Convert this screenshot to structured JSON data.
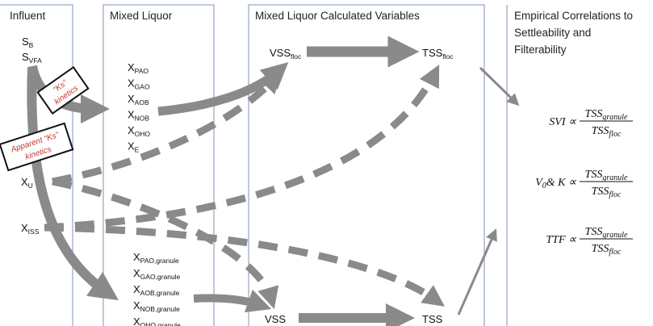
{
  "colors": {
    "arrow": "#8a8a8a",
    "column_border": "#7b93b8",
    "label_text": "#c0392b"
  },
  "columns": {
    "influent": "Influent",
    "mixed_liquor": "Mixed Liquor",
    "calculated": "Mixed Liquor Calculated Variables",
    "empirical": [
      "Empirical Correlations to",
      "Settleability and",
      "Filterability"
    ]
  },
  "influent_vars": [
    {
      "base": "S",
      "sub": "B"
    },
    {
      "base": "S",
      "sub": "VFA"
    },
    {
      "base": "X",
      "sub": "U"
    },
    {
      "base": "X",
      "sub": "ISS"
    }
  ],
  "floc_vars": [
    {
      "base": "X",
      "sub": "PAO"
    },
    {
      "base": "X",
      "sub": "GAO"
    },
    {
      "base": "X",
      "sub": "AOB"
    },
    {
      "base": "X",
      "sub": "NOB"
    },
    {
      "base": "X",
      "sub": "OHO"
    },
    {
      "base": "X",
      "sub": "E"
    }
  ],
  "granule_vars": [
    {
      "base": "X",
      "sub": "PAO,granule"
    },
    {
      "base": "X",
      "sub": "GAO,granule"
    },
    {
      "base": "X",
      "sub": "AOB,granule"
    },
    {
      "base": "X",
      "sub": "NOB,granule"
    },
    {
      "base": "X",
      "sub": "OHO,granule"
    }
  ],
  "calculated": {
    "vss_floc": {
      "base": "VSS",
      "sub": "floc"
    },
    "tss_floc": {
      "base": "TSS",
      "sub": "floc"
    },
    "vss_granule": "VSS",
    "tss_granule": "TSS"
  },
  "kinetics_labels": {
    "ks": [
      "“Ks”",
      "kinetics"
    ],
    "apparent": [
      "Apparent “Ks”",
      "kinetics"
    ]
  },
  "correlations": [
    {
      "lhs": "SVI ∝",
      "num": "TSS",
      "num_sub": "granule",
      "den": "TSS",
      "den_sub": "floc"
    },
    {
      "lhs": "V",
      "lhs_sub": "0",
      "lhs_rest": "& K ∝",
      "num": "TSS",
      "num_sub": "granule",
      "den": "TSS",
      "den_sub": "floc"
    },
    {
      "lhs": "TTF ∝",
      "num": "TSS",
      "num_sub": "granule",
      "den": "TSS",
      "den_sub": "floc"
    }
  ]
}
